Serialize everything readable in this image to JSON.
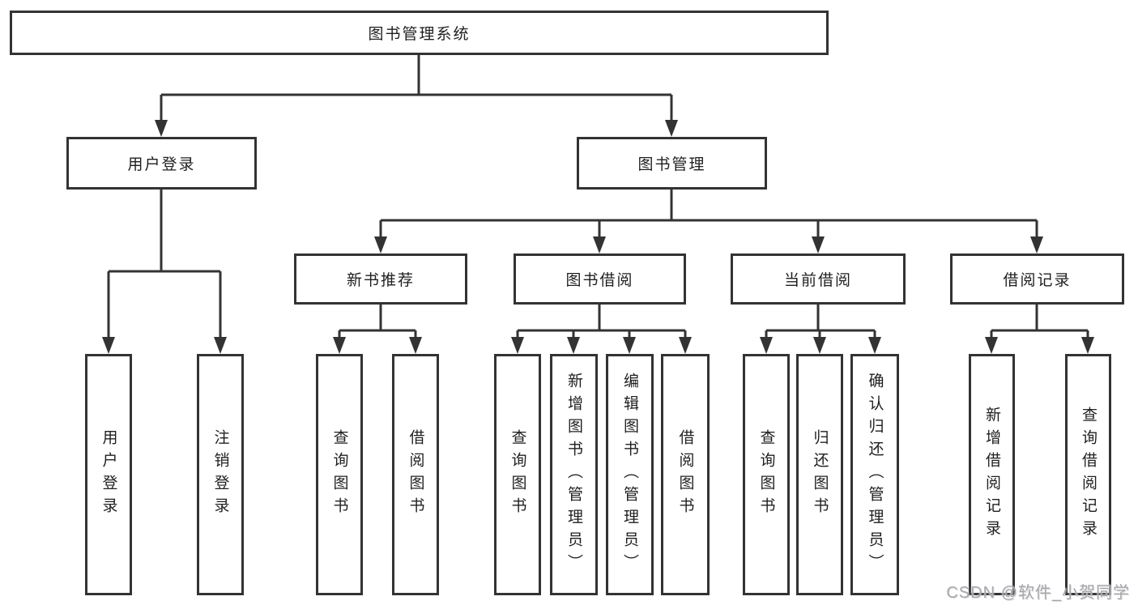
{
  "diagram_title": "图书管理系统",
  "tree": {
    "label": "图书管理系统",
    "children": [
      {
        "label": "用户登录",
        "children": [
          {
            "label": "用户登录"
          },
          {
            "label": "注销登录"
          }
        ]
      },
      {
        "label": "图书管理",
        "children": [
          {
            "label": "新书推荐",
            "children": [
              {
                "label": "查询图书"
              },
              {
                "label": "借阅图书"
              }
            ]
          },
          {
            "label": "图书借阅",
            "children": [
              {
                "label": "查询图书"
              },
              {
                "label": "新增图书（管理员）"
              },
              {
                "label": "编辑图书（管理员）"
              },
              {
                "label": "借阅图书"
              }
            ]
          },
          {
            "label": "当前借阅",
            "children": [
              {
                "label": "查询图书"
              },
              {
                "label": "归还图书"
              },
              {
                "label": "确认归还（管理员）"
              }
            ]
          },
          {
            "label": "借阅记录",
            "children": [
              {
                "label": "新增借阅记录"
              },
              {
                "label": "查询借阅记录"
              }
            ]
          }
        ]
      }
    ]
  },
  "watermark": "CSDN @软件_小贺同学",
  "colors": {
    "background": "#ffffff",
    "line": "#333333",
    "box_border": "#333333",
    "box_fill": "#ffffff",
    "text": "#1f1f1f",
    "watermark": "#a6a6ac"
  }
}
